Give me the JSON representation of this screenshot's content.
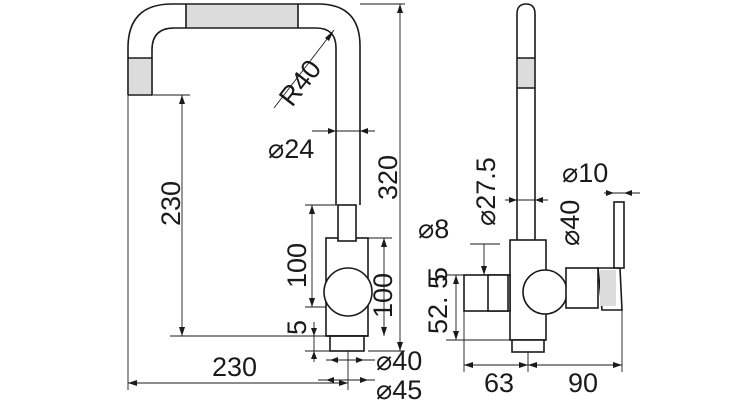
{
  "dimensions": {
    "radius": "R40",
    "spout_dia": "24",
    "total_height": "320",
    "spout_height": "230",
    "body_height_left": "100",
    "body_height_right": "100",
    "base_gap": "5",
    "reach": "230",
    "base_dia_1": "40",
    "base_dia_2": "45",
    "spout_side_dia": "27.5",
    "handle_dia": "10",
    "lever_dia": "40",
    "inlet_dia": "8",
    "side_height": "52. 5",
    "side_gap": "5",
    "side_width_left": "63",
    "side_width_right": "90"
  },
  "symbols": {
    "diameter": "⌀"
  }
}
